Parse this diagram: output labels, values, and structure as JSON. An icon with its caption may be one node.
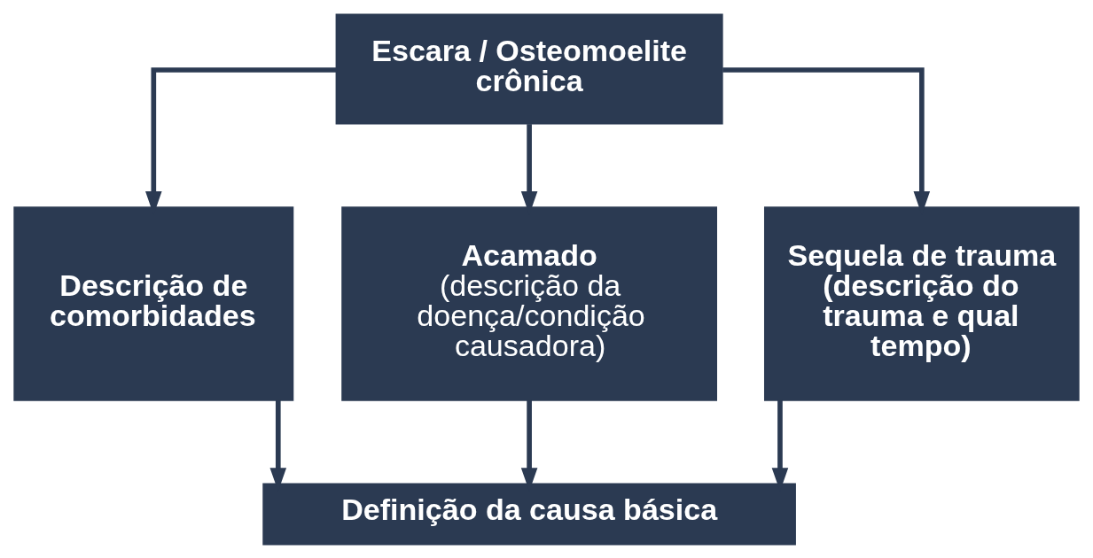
{
  "diagram": {
    "nodes": [
      {
        "text": [
          "Escara / Osteomoelite crônica"
        ]
      },
      {
        "text": [
          "Descrição de comorbidades"
        ]
      },
      {
        "text": [
          "Acamado",
          "(descrição da doença/condição causadora)"
        ]
      },
      {
        "text": [
          "Sequela de trauma (descrição do trauma e qual tempo)"
        ]
      },
      {
        "text": [
          "Definição da causa básica"
        ]
      }
    ],
    "edges": [
      {
        "from": 0,
        "to": 1,
        "arrow": "to"
      },
      {
        "from": 0,
        "to": 2,
        "arrow": "to"
      },
      {
        "from": 0,
        "to": 3,
        "arrow": "to"
      },
      {
        "from": 1,
        "to": 4,
        "arrow": "to"
      },
      {
        "from": 2,
        "to": 4,
        "arrow": "to"
      },
      {
        "from": 3,
        "to": 4,
        "arrow": "to"
      }
    ]
  }
}
